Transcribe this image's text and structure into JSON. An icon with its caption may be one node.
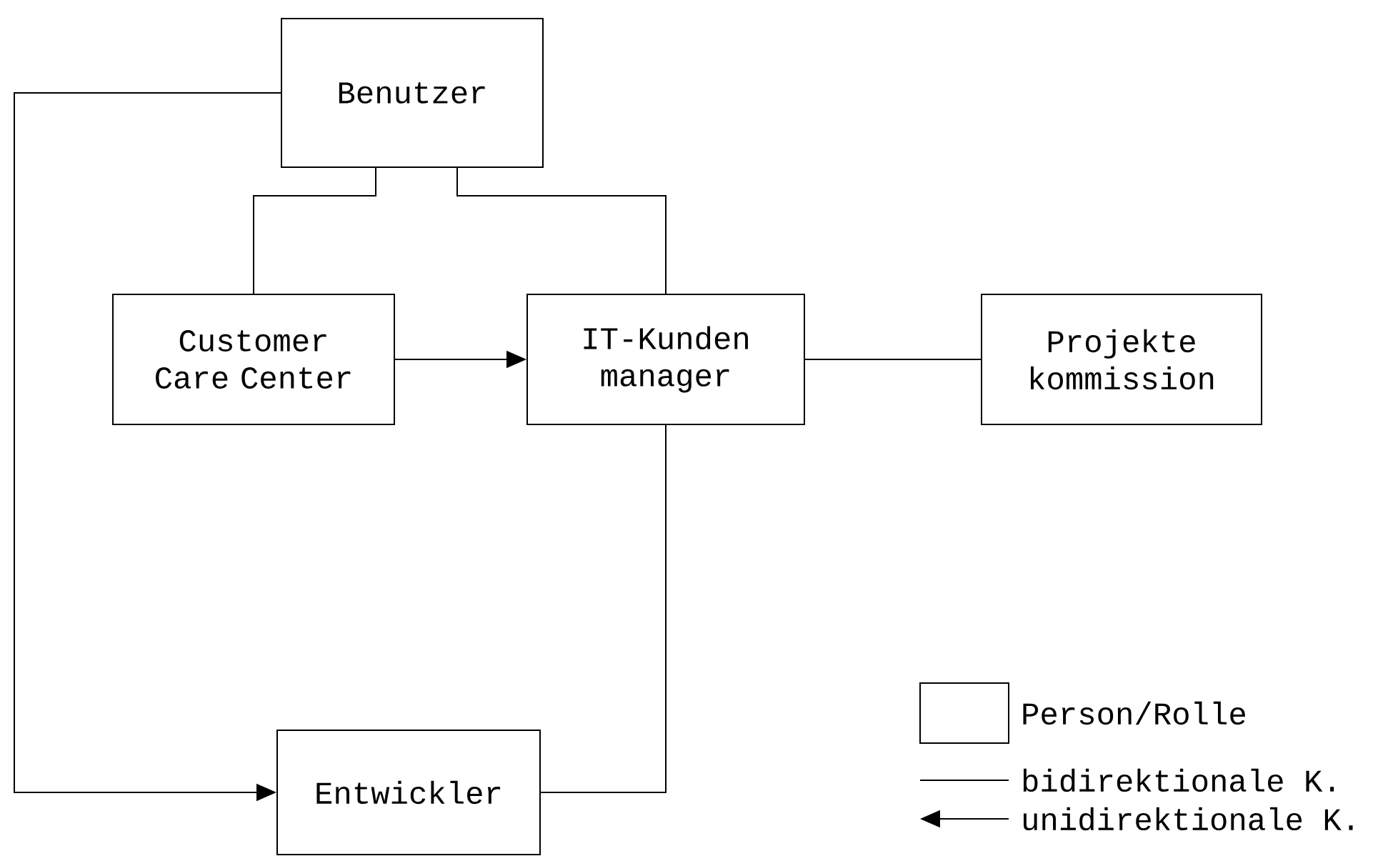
{
  "diagram": {
    "nodes": [
      {
        "text": [
          "Benutzer"
        ]
      },
      {
        "text": [
          "Customer Care Center"
        ]
      },
      {
        "text": [
          "IT-Kunden manager"
        ]
      },
      {
        "text": [
          "Projekte kommission"
        ]
      },
      {
        "text": [
          "Entwickler"
        ]
      }
    ],
    "edges": [
      {
        "from": 0,
        "to": 1,
        "arrow": "none"
      },
      {
        "from": 0,
        "to": 2,
        "arrow": "none"
      },
      {
        "from": 1,
        "to": 2,
        "arrow": "to"
      },
      {
        "from": 2,
        "to": 3,
        "arrow": "none"
      },
      {
        "from": 0,
        "to": 4,
        "arrow": "to"
      },
      {
        "from": 2,
        "to": 4,
        "arrow": "none"
      }
    ],
    "legend": [
      {
        "text": "Person/Rolle"
      },
      {
        "text": "bidirektionale K."
      },
      {
        "text": "unidirektionale K."
      }
    ]
  }
}
